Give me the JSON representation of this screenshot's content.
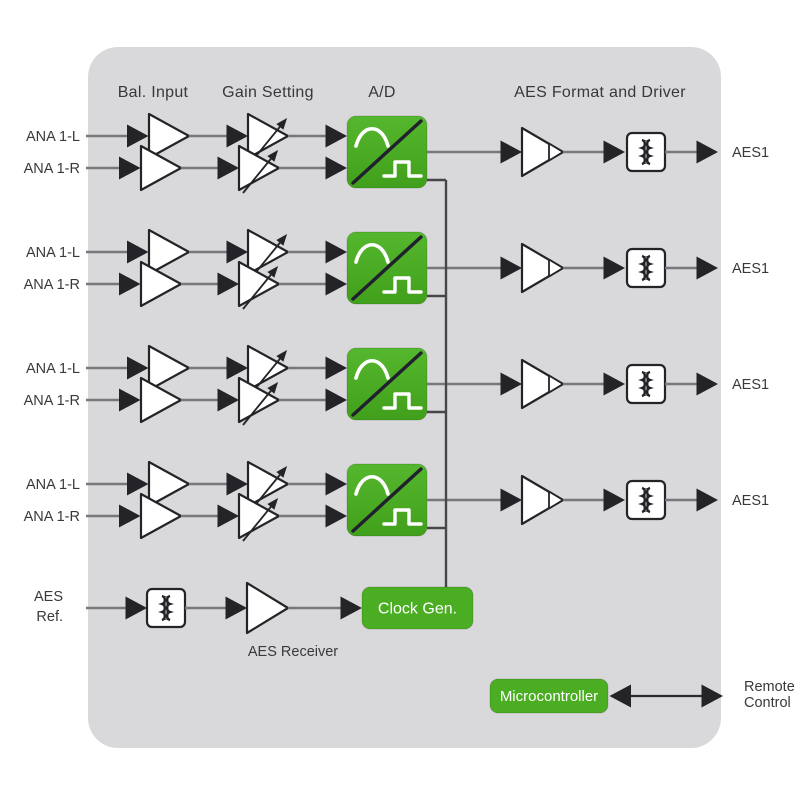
{
  "diagram": {
    "colors": {
      "panel_gray": "#d9d9db",
      "accent_green": "#4aad22",
      "signal_line_gray": "#77787c",
      "clock_line_dark": "#46474b",
      "symbol_dark": "#232328"
    },
    "headers": {
      "bal_input": "Bal. Input",
      "gain_setting": "Gain Setting",
      "ad": "A/D",
      "aes_format": "AES Format and Driver"
    },
    "channels": [
      {
        "left": "ANA 1-L",
        "right": "ANA 1-R",
        "output": "AES1"
      },
      {
        "left": "ANA 1-L",
        "right": "ANA 1-R",
        "output": "AES1"
      },
      {
        "left": "ANA 1-L",
        "right": "ANA 1-R",
        "output": "AES1"
      },
      {
        "left": "ANA 1-L",
        "right": "ANA 1-R",
        "output": "AES1"
      }
    ],
    "reference": {
      "label_line1": "AES",
      "label_line2": "Ref.",
      "receiver_label": "AES Receiver",
      "clock_gen_label": "Clock Gen."
    },
    "control": {
      "microcontroller_label": "Microcontroller",
      "remote_line1": "Remote",
      "remote_line2": "Control"
    }
  }
}
